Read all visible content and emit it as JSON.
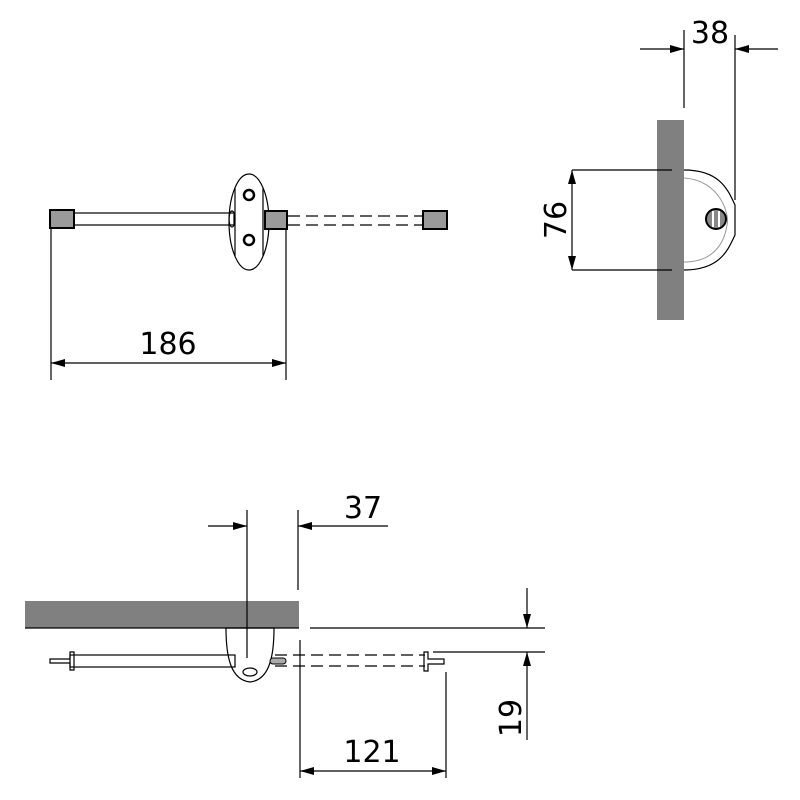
{
  "drawing": {
    "dimensions": {
      "width_top": "186",
      "height_side": "76",
      "depth_side": "38",
      "depth_bottom": "37",
      "offset_bottom": "19",
      "length_bottom": "121"
    },
    "colors": {
      "wall": "#808080",
      "line": "#000000",
      "cap": "#9a9a9a"
    }
  }
}
